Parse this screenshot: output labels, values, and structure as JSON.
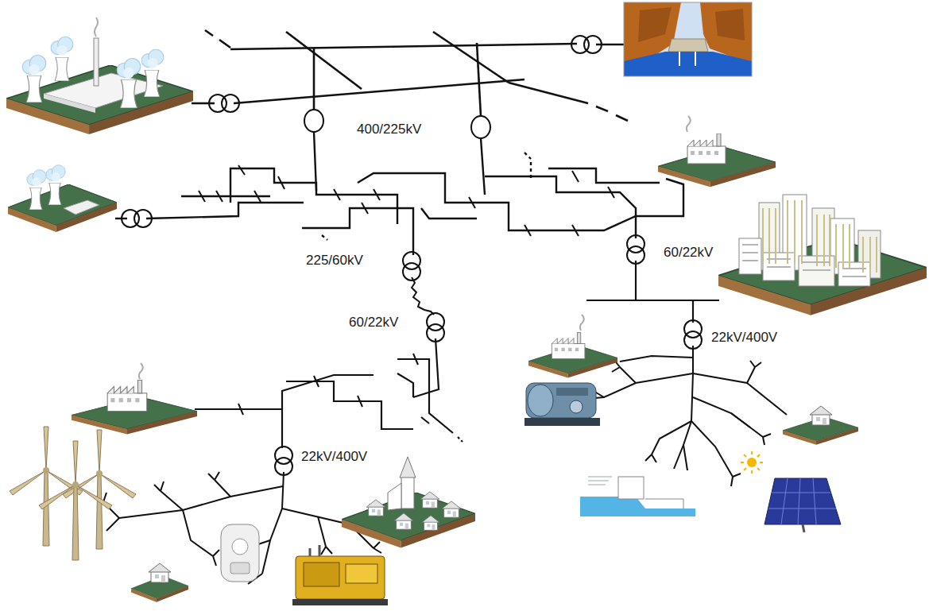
{
  "diagram": {
    "labels": [
      "400/225kV",
      "225/60kV",
      "60/22kV",
      "60/22kV",
      "22kV/400V",
      "22kV/400V"
    ]
  }
}
